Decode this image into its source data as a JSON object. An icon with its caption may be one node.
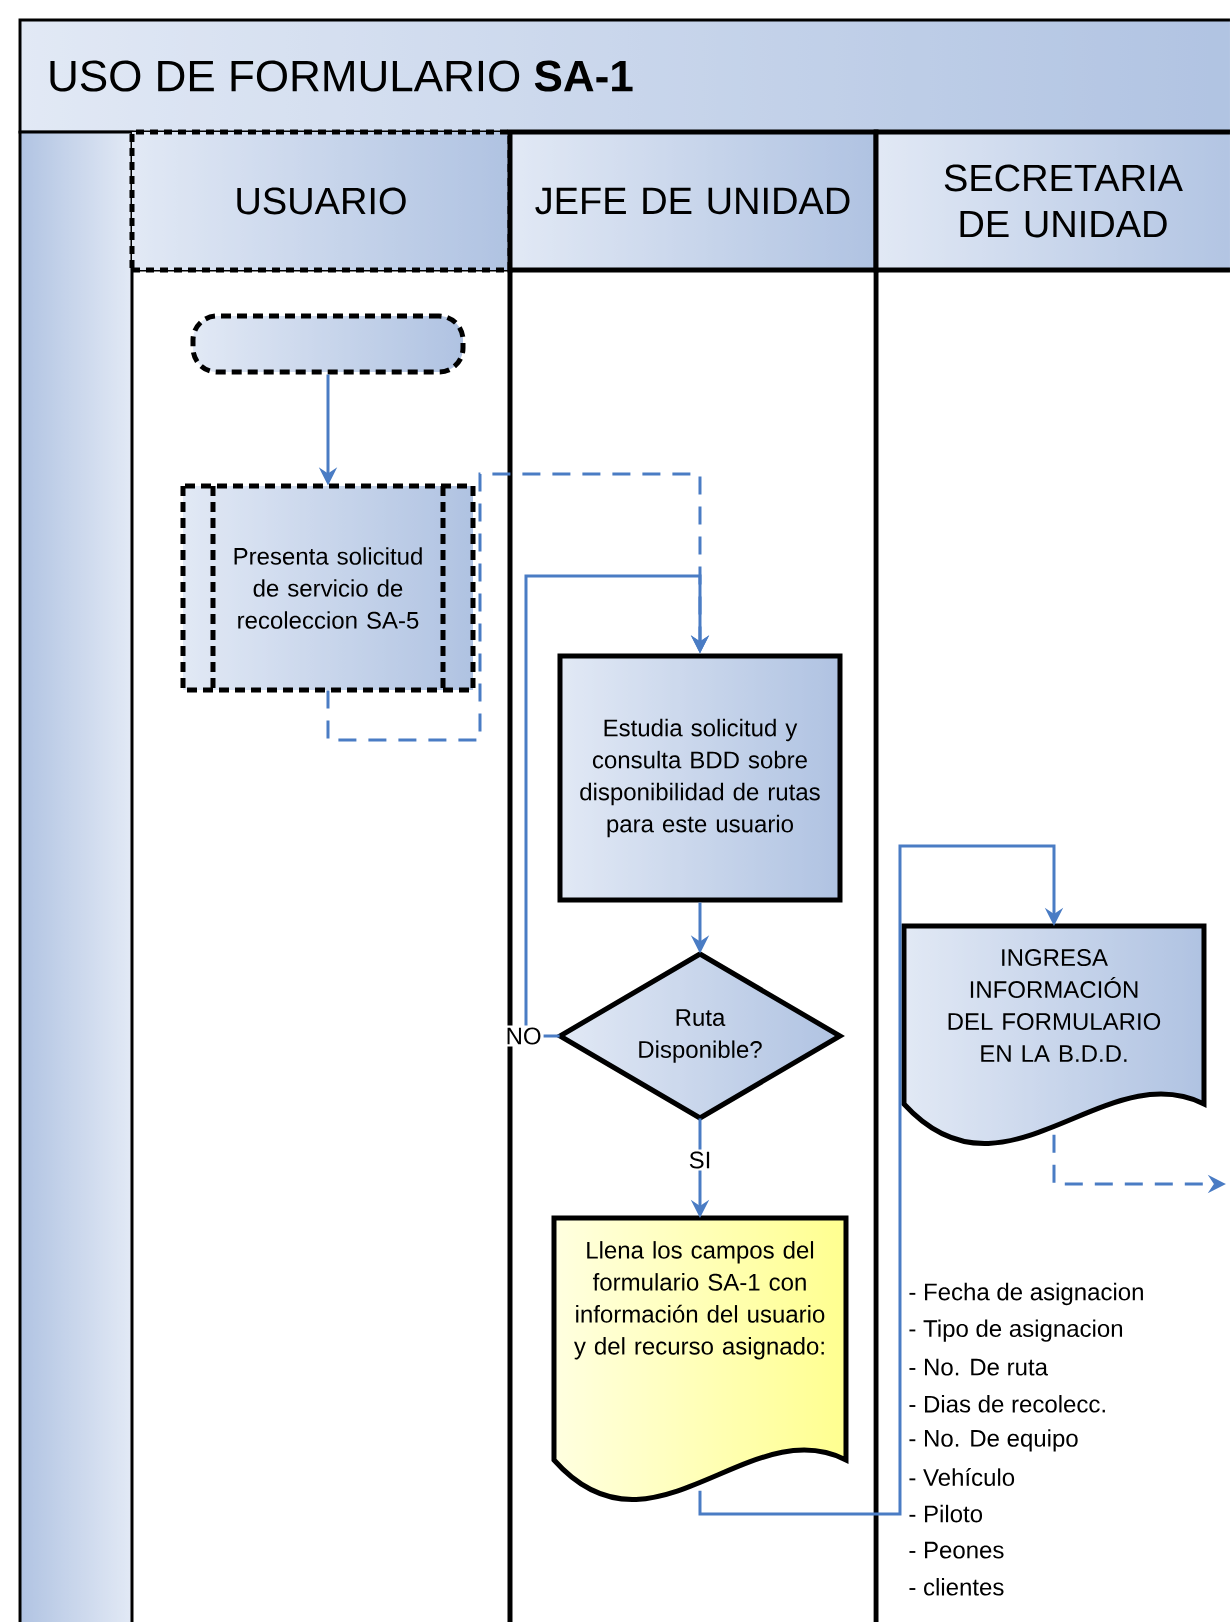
{
  "diagram": {
    "title": "USO DE FORMULARIO **SA-1**",
    "nodes": [
      {
        "text": [
          "USUARIO"
        ]
      },
      {
        "text": [
          "JEFE DE UNIDAD"
        ]
      },
      {
        "text": [
          "SECRETARIA DE UNIDAD"
        ]
      },
      {
        "text": [],
        "shape": "box"
      },
      {
        "text": [
          "Presenta solicitud de servicio de recoleccion SA-5"
        ]
      },
      {
        "text": [
          "Estudia solicitud y consulta BDD sobre disponibilidad de rutas para este usuario"
        ]
      },
      {
        "text": [
          "Ruta Disponible?"
        ]
      },
      {
        "text": [
          "Llena los campos del formulario SA-1 con información del usuario y del recurso asignado:"
        ]
      },
      {
        "text": [
          "INGRESA INFORMACIÓN DEL FORMULARIO EN LA B.D.D."
        ]
      }
    ],
    "edges": [
      {
        "from": 3,
        "to": 4,
        "arrow": "to"
      },
      {
        "from": 4,
        "to": 5,
        "arrow": "to",
        "style": "dashed"
      },
      {
        "from": 5,
        "to": 6,
        "arrow": "to"
      },
      {
        "from": 6,
        "to": 5,
        "arrow": "to",
        "label": "NO"
      },
      {
        "from": 6,
        "to": 7,
        "arrow": "to",
        "label": "SI"
      },
      {
        "from": 7,
        "to": 8,
        "arrow": "to"
      },
      {
        "from": 8,
        "to": null,
        "arrow": "to",
        "style": "dashed"
      }
    ],
    "labels": [
      "- Fecha de asignacion",
      "- Tipo de asignacion",
      "- No. De ruta",
      "- Dias de recolecc.",
      "- No. De equipo",
      "- Vehículo",
      "- Piloto",
      "- Peones",
      "- clientes"
    ]
  }
}
